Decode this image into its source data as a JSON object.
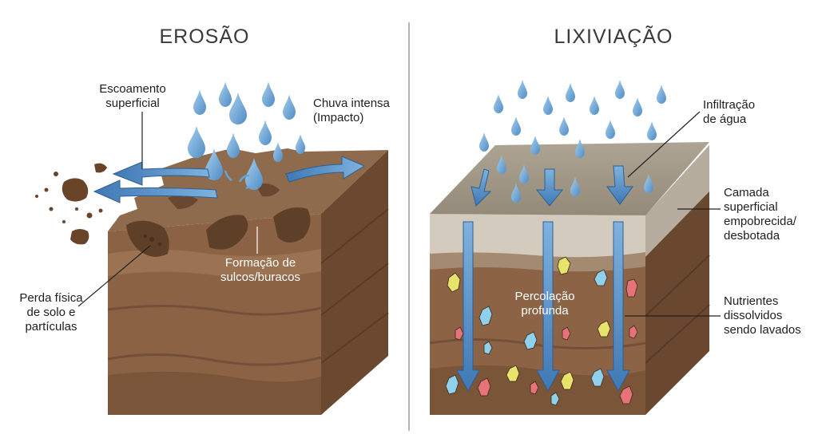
{
  "titles": {
    "left": "EROSÃO",
    "right": "LIXIVIAÇÃO"
  },
  "erosion": {
    "runoff": [
      "Escoamento",
      "superficial"
    ],
    "rain": [
      "Chuva intensa",
      "(Impacto)"
    ],
    "gullies": [
      "Formação de",
      "sulcos/buracos"
    ],
    "loss": [
      "Perda física",
      "de solo e",
      "partículas"
    ]
  },
  "leaching": {
    "infiltration": [
      "Infiltração",
      "de água"
    ],
    "layer": [
      "Camada",
      "superficial",
      "empobrecida/",
      "desbotada"
    ],
    "percolation": [
      "Percolação",
      "profunda"
    ],
    "nutrients": [
      "Nutrientes",
      "dissolvidos",
      "sendo lavados"
    ]
  },
  "colors": {
    "soil_top": "#8a6a4b",
    "soil_front": "#8c6445",
    "soil_side": "#6e4a30",
    "water": "#5b93c9",
    "leached_top": "#a79d8c",
    "leached_layer": "#cfc8ba"
  }
}
